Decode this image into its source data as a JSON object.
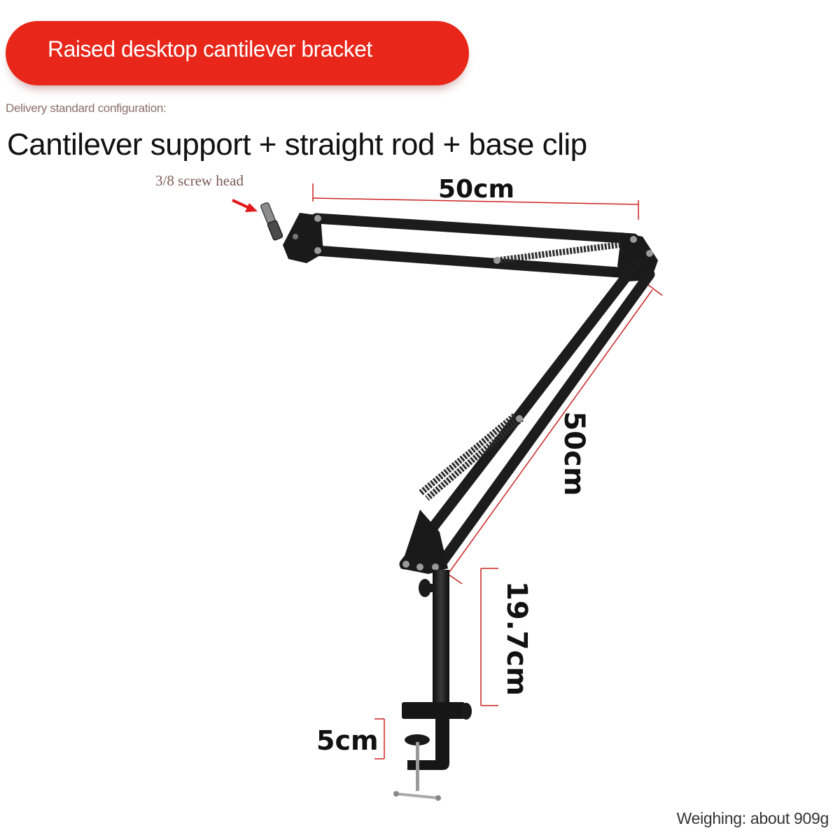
{
  "banner": {
    "title": "Raised desktop cantilever bracket"
  },
  "delivery": {
    "label": "Delivery standard configuration:"
  },
  "configuration": {
    "text": "Cantilever support + straight rod + base clip"
  },
  "callout": {
    "screw_head": "3/8 screw head"
  },
  "dimensions": {
    "top_arm": "50cm",
    "lower_arm": "50cm",
    "pole_height": "19.7cm",
    "clamp_opening": "5cm"
  },
  "weight": {
    "text": "Weighing: about 909g"
  },
  "colors": {
    "banner": "#e8261a",
    "dimension_line": "#cc2222",
    "arm": "#1c1c1c"
  }
}
